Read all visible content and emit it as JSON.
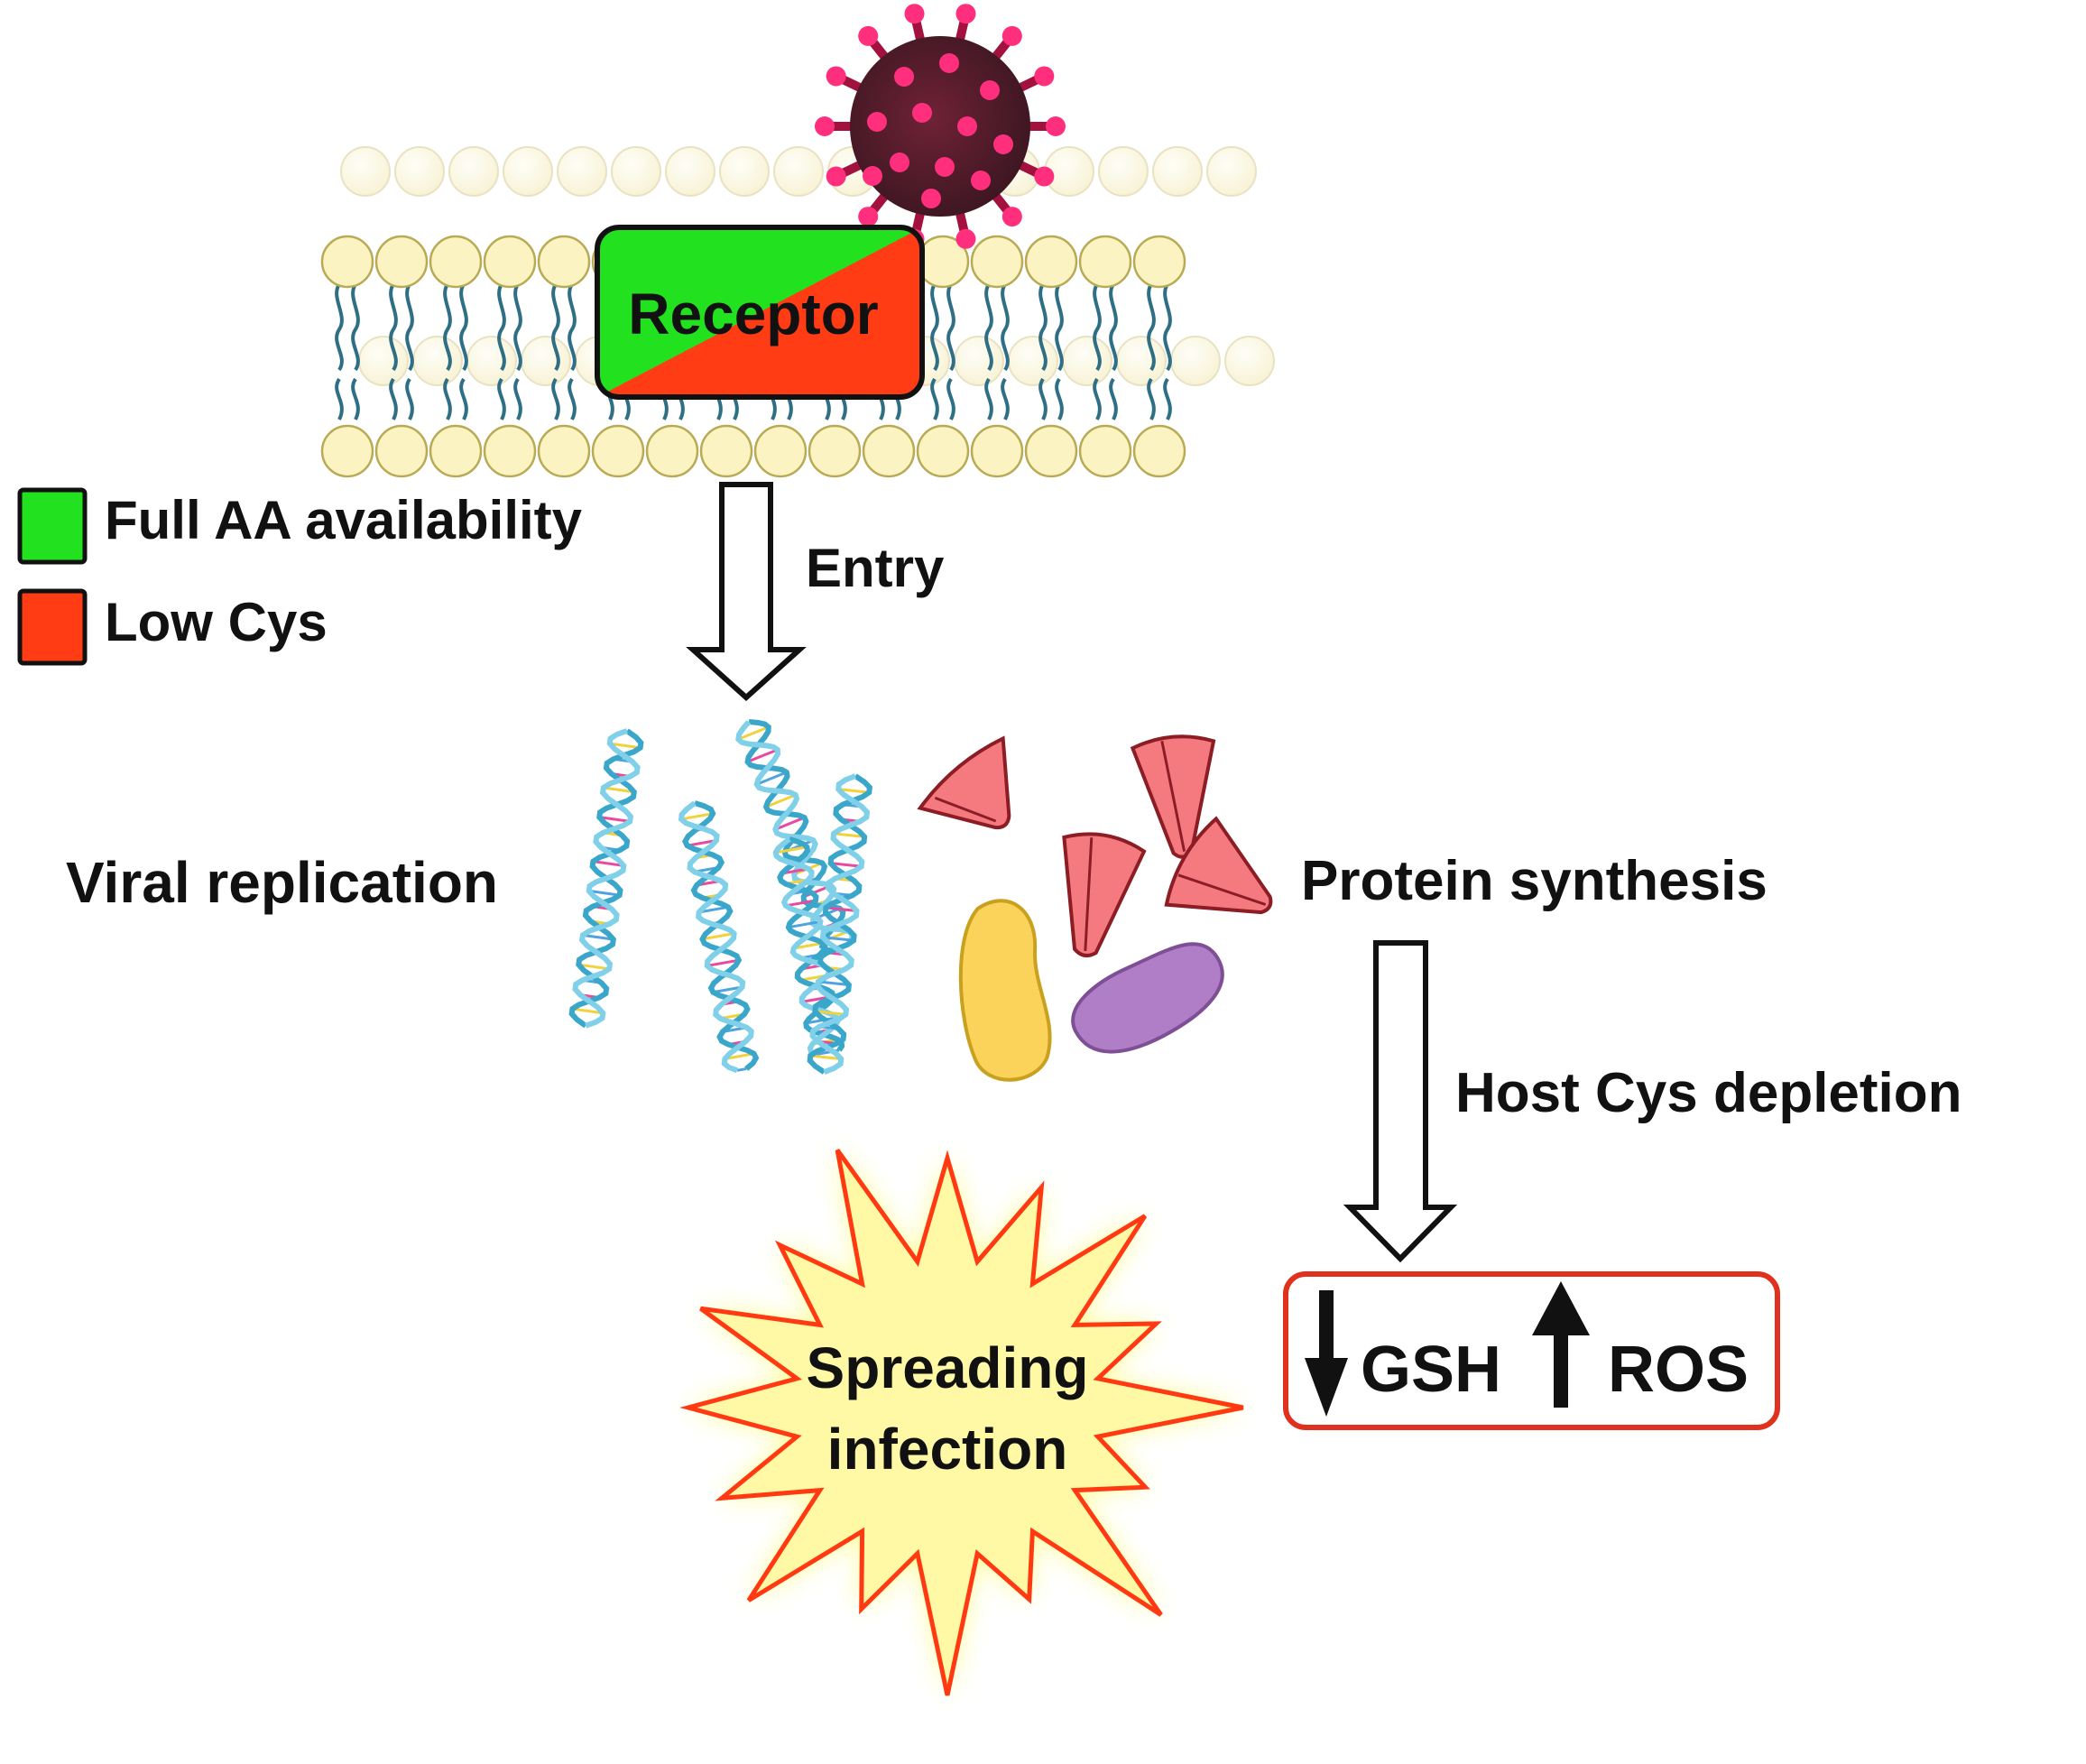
{
  "receptor": {
    "label": "Receptor"
  },
  "legend": [
    {
      "label": "Full AA availability",
      "color": "#22e21f"
    },
    {
      "label": "Low Cys",
      "color": "#ff3c14"
    }
  ],
  "arrows": {
    "entry": "Entry",
    "host_depletion": "Host Cys depletion"
  },
  "processes": {
    "viral_replication": "Viral replication",
    "protein_synthesis": "Protein synthesis"
  },
  "outcome": {
    "line1": "Spreading",
    "line2": "infection"
  },
  "markers": {
    "gsh": "GSH",
    "ros": "ROS"
  },
  "colors": {
    "virus_body": "#a3123e",
    "virus_spikes": "#ff2f7d",
    "lipid_head": "#fbf4c2",
    "lipid_tail": "#2f6f86",
    "marker_box": "#e0301e",
    "starburst_fill": "#fff9a6",
    "starburst_stroke": "#ff3a12"
  },
  "icons": {
    "virus": "virus-icon",
    "dna": "dna-helix-icon",
    "ribosome": "ribosome-icon",
    "down_arrow": "down-arrow-icon",
    "up_arrow": "up-arrow-icon"
  }
}
